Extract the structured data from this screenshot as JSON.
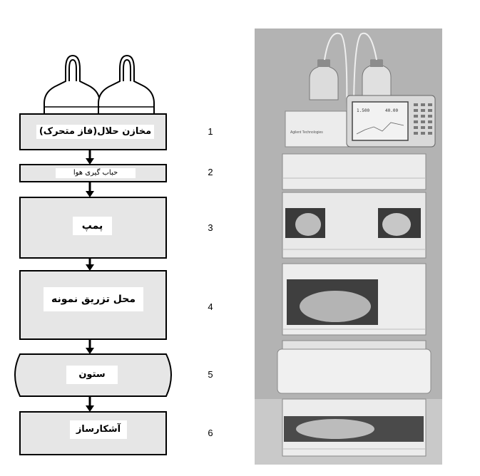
{
  "steps": [
    {
      "number": "1",
      "label": "مخازن حلال(فاز متحرک)"
    },
    {
      "number": "2",
      "label": "حباب گیری هوا"
    },
    {
      "number": "3",
      "label": "پمپ"
    },
    {
      "number": "4",
      "label": "محل تزریق نمونه"
    },
    {
      "number": "5",
      "label": "ستون"
    },
    {
      "number": "6",
      "label": "آشکارساز"
    }
  ],
  "instrument": {
    "brand_text": "Agilent Technologies",
    "display_left_top": "1.500",
    "display_right_top": "40.00"
  },
  "colors": {
    "box_fill": "#e6e6e6",
    "stroke": "#000000",
    "photo_background": "#b3b3b3",
    "module_fill": "#e8e8e8"
  }
}
